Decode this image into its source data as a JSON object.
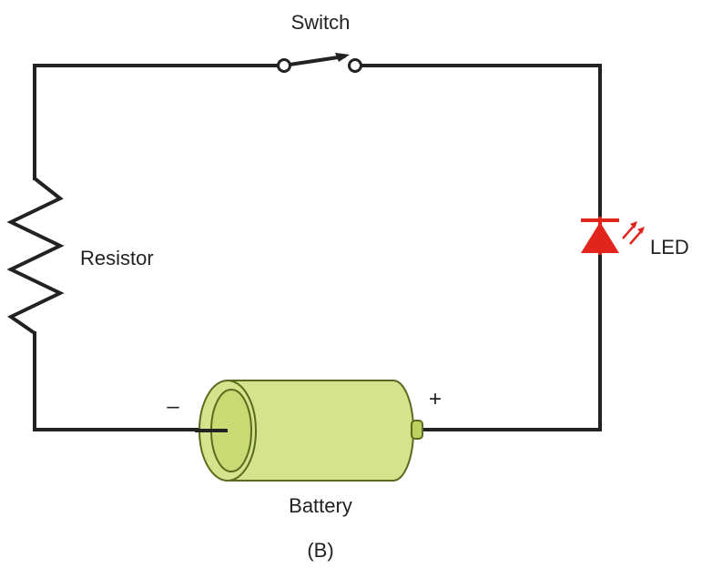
{
  "labels": {
    "switch": "Switch",
    "resistor": "Resistor",
    "led": "LED",
    "battery": "Battery",
    "negative": "–",
    "positive": "+",
    "caption": "(B)"
  },
  "colors": {
    "wire": "#222222",
    "led": "#e0261c",
    "battery_fill": "#d4e38c",
    "battery_end": "#bcd060",
    "battery_outline": "#5b6b1e"
  },
  "icons": {
    "switch": "switch-icon",
    "resistor": "resistor-icon",
    "led": "led-icon",
    "battery": "battery-icon"
  }
}
